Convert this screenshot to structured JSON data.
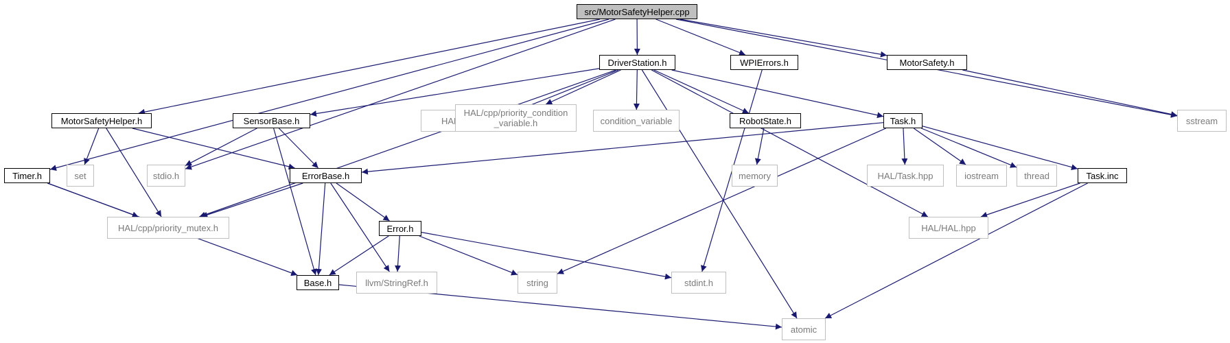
{
  "colors": {
    "edge": "#191970",
    "root_fill": "#bfbfbf",
    "system_border": "#bfbfbf",
    "system_text": "#7a7a7a"
  },
  "nodes": [
    {
      "id": "root",
      "label": "src/MotorSafetyHelper.cpp",
      "kind": "root"
    },
    {
      "id": "ds",
      "label": "DriverStation.h",
      "kind": "local"
    },
    {
      "id": "wpi",
      "label": "WPIErrors.h",
      "kind": "local"
    },
    {
      "id": "ms",
      "label": "MotorSafety.h",
      "kind": "local"
    },
    {
      "id": "msh",
      "label": "MotorSafetyHelper.h",
      "kind": "local"
    },
    {
      "id": "sb",
      "label": "SensorBase.h",
      "kind": "local"
    },
    {
      "id": "sem",
      "label": "HAL/cpp/Semaphore.hpp",
      "kind": "system"
    },
    {
      "id": "pcv",
      "label": "HAL/cpp/priority_condition\n_variable.h",
      "kind": "system"
    },
    {
      "id": "cv",
      "label": "condition_variable",
      "kind": "system"
    },
    {
      "id": "rs",
      "label": "RobotState.h",
      "kind": "local"
    },
    {
      "id": "task",
      "label": "Task.h",
      "kind": "local"
    },
    {
      "id": "sstream",
      "label": "sstream",
      "kind": "system"
    },
    {
      "id": "timer",
      "label": "Timer.h",
      "kind": "local"
    },
    {
      "id": "set",
      "label": "set",
      "kind": "system"
    },
    {
      "id": "stdio",
      "label": "stdio.h",
      "kind": "system"
    },
    {
      "id": "eb",
      "label": "ErrorBase.h",
      "kind": "local"
    },
    {
      "id": "memory",
      "label": "memory",
      "kind": "system"
    },
    {
      "id": "haltask",
      "label": "HAL/Task.hpp",
      "kind": "system"
    },
    {
      "id": "iostream",
      "label": "iostream",
      "kind": "system"
    },
    {
      "id": "thread",
      "label": "thread",
      "kind": "system"
    },
    {
      "id": "taskinc",
      "label": "Task.inc",
      "kind": "local"
    },
    {
      "id": "pm",
      "label": "HAL/cpp/priority_mutex.h",
      "kind": "system"
    },
    {
      "id": "err",
      "label": "Error.h",
      "kind": "local"
    },
    {
      "id": "halhal",
      "label": "HAL/HAL.hpp",
      "kind": "system"
    },
    {
      "id": "base",
      "label": "Base.h",
      "kind": "local"
    },
    {
      "id": "sref",
      "label": "llvm/StringRef.h",
      "kind": "system"
    },
    {
      "id": "string",
      "label": "string",
      "kind": "system"
    },
    {
      "id": "stdint",
      "label": "stdint.h",
      "kind": "system"
    },
    {
      "id": "atomic",
      "label": "atomic",
      "kind": "system"
    }
  ],
  "edges": [
    [
      "root",
      "ds"
    ],
    [
      "root",
      "wpi"
    ],
    [
      "root",
      "ms"
    ],
    [
      "root",
      "msh"
    ],
    [
      "root",
      "timer"
    ],
    [
      "root",
      "stdio"
    ],
    [
      "root",
      "sstream"
    ],
    [
      "ds",
      "sb"
    ],
    [
      "ds",
      "sem"
    ],
    [
      "ds",
      "pcv"
    ],
    [
      "ds",
      "cv"
    ],
    [
      "ds",
      "rs"
    ],
    [
      "ds",
      "task"
    ],
    [
      "ds",
      "pm"
    ],
    [
      "ds",
      "atomic"
    ],
    [
      "ds",
      "halhal"
    ],
    [
      "wpi",
      "stdint"
    ],
    [
      "ms",
      "sstream"
    ],
    [
      "msh",
      "set"
    ],
    [
      "msh",
      "pm"
    ],
    [
      "msh",
      "eb"
    ],
    [
      "sb",
      "stdio"
    ],
    [
      "sb",
      "eb"
    ],
    [
      "sb",
      "base"
    ],
    [
      "rs",
      "memory"
    ],
    [
      "task",
      "eb"
    ],
    [
      "task",
      "string"
    ],
    [
      "task",
      "haltask"
    ],
    [
      "task",
      "iostream"
    ],
    [
      "task",
      "thread"
    ],
    [
      "task",
      "taskinc"
    ],
    [
      "timer",
      "pm"
    ],
    [
      "timer",
      "base"
    ],
    [
      "eb",
      "pm"
    ],
    [
      "eb",
      "base"
    ],
    [
      "eb",
      "sref"
    ],
    [
      "eb",
      "err"
    ],
    [
      "taskinc",
      "halhal"
    ],
    [
      "taskinc",
      "atomic"
    ],
    [
      "err",
      "base"
    ],
    [
      "err",
      "sref"
    ],
    [
      "err",
      "string"
    ],
    [
      "err",
      "stdint"
    ],
    [
      "base",
      "atomic"
    ]
  ]
}
